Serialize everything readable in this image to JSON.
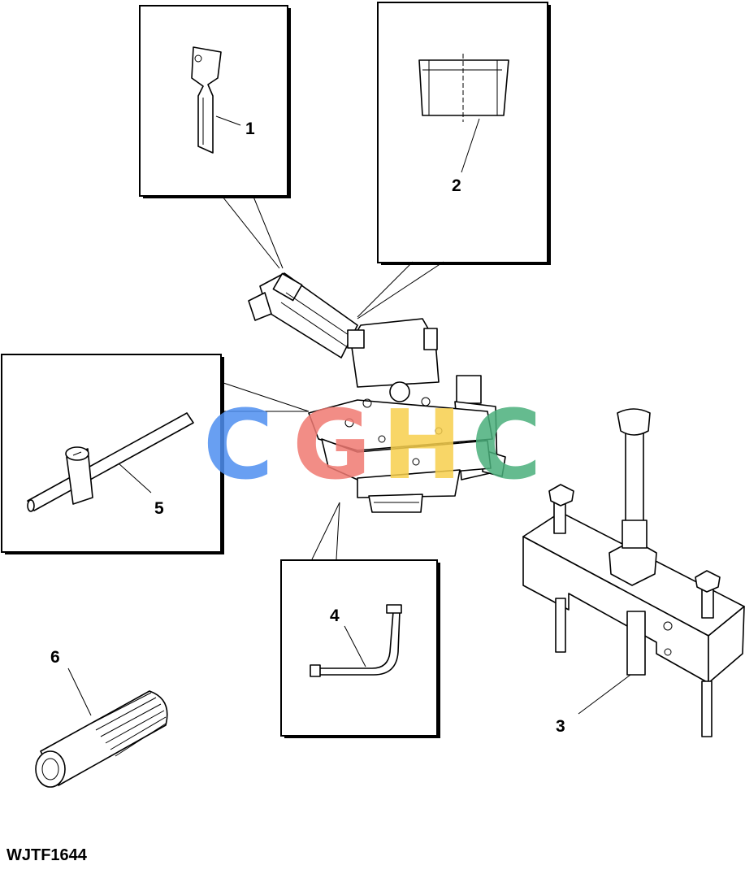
{
  "callouts": {
    "c1": "1",
    "c2": "2",
    "c3": "3",
    "c4": "4",
    "c5": "5",
    "c6": "6"
  },
  "figure_id": "WJTF1644",
  "watermark": {
    "letters": [
      "C",
      "G",
      "H",
      "C"
    ],
    "colors": [
      "#4e8ff0",
      "#f07a72",
      "#f7cf4d",
      "#4bb07c"
    ]
  }
}
